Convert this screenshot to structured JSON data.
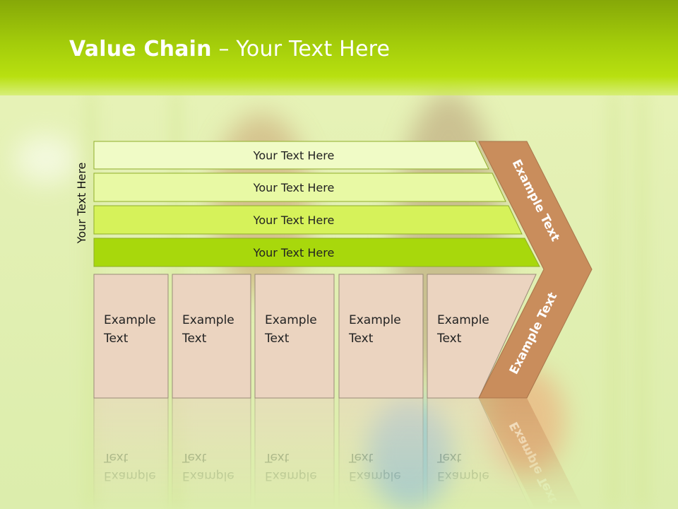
{
  "title": {
    "bold": "Value Chain",
    "rest": " – Your Text Here"
  },
  "side_label": "Your Text Here",
  "rows": [
    {
      "label": "Your Text Here",
      "color": "#f0fbc6"
    },
    {
      "label": "Your Text Here",
      "color": "#e8f9a4"
    },
    {
      "label": "Your Text Here",
      "color": "#d6f25a"
    },
    {
      "label": "Your Text Here",
      "color": "#a8d80c"
    }
  ],
  "boxes": [
    {
      "line1": "Example",
      "line2": "Text"
    },
    {
      "line1": "Example",
      "line2": "Text"
    },
    {
      "line1": "Example",
      "line2": "Text"
    },
    {
      "line1": "Example",
      "line2": "Text"
    },
    {
      "line1": "Example",
      "line2": "Text"
    }
  ],
  "chevron": {
    "upper": "Example Text",
    "lower": "Example Text",
    "color": "#c98d5c"
  },
  "colors": {
    "box_fill": "#ebd4c0",
    "header_green": "#a3cc0a"
  }
}
